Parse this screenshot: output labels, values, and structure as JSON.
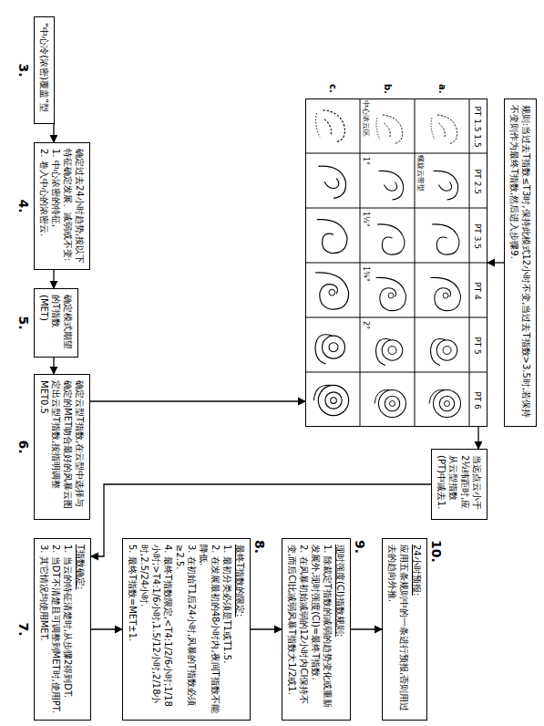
{
  "diagram": {
    "nodes": [
      {
        "text": [
          "规则:当过去T指数≤T3时,保持此模式12小时不变,当过去T指数>3.5时,若保持不变则作为最终T指数,然后进入步骤9."
        ]
      },
      {
        "text": [
          "“中心冷(浓密)覆盖”型"
        ]
      },
      {
        "text": [
          "确定过去24小时趋势,按以下特征确定发展、减弱或不变:",
          "1. 中心浓密的特征,",
          "2. 卷入中心的浓密云."
        ]
      },
      {
        "text": [
          "确定模式期望的T指数(MET)"
        ]
      },
      {
        "text": [
          "确定云型T指数,在云型中选择与确定的MET吻合最好的风暴云图定出云型T指数,按指明调整MET0.5"
        ]
      },
      {
        "text": [
          "PT 1.5 1.5",
          "PT 2.5",
          "PT 3.5",
          "PT 4",
          "PT 5",
          "PT 6"
        ]
      },
      {
        "text": [
          "当远点云小于2½纬距时,应从云型指数(PT)中减去1."
        ]
      },
      {
        "text": [
          "T指数确定:",
          "1. 当云的特征清楚时,从步骤2得到DT.",
          "2. 当DT不清楚且可调整到MET时,使用PT.",
          "3. 其它情况均使用MET."
        ]
      },
      {
        "text": [
          "最终T指数的限定:",
          "1. 最初分类必须是T1或T1.5.",
          "2. 在发展最初的48小时内,夜间T指数不能降低.",
          "3. 在初始T1后24小时,风暴的T指数必须≥2.5.",
          "4. 最终T指数限定,<T4:1/2/6小时;1/18小时;>T4:1/6小时,1.5/12小时,2/18小时,2.5/24小时.",
          "5. 最终T指数=MET±1."
        ]
      },
      {
        "text": [
          "现时强度(CI)指数规则:",
          "1. 除裁定T指数的减弱的趋势变化或重新发展外,现时强度(CI)=最终T指数.",
          "2. 在风暴初始减弱的12小时内CI保持不变,而后CI比减弱风暴T指数大1/2或1."
        ]
      },
      {
        "text": [
          "24小时预报:",
          "应用五条规则中的一条进行预报,否则用过去的趋向外推."
        ]
      }
    ],
    "edges": [
      {
        "from": 0,
        "to": 5,
        "arrow": "to"
      },
      {
        "from": 1,
        "to": 2,
        "arrow": "to"
      },
      {
        "from": 2,
        "to": 3,
        "arrow": "to"
      },
      {
        "from": 3,
        "to": 4,
        "arrow": "to"
      },
      {
        "from": 4,
        "to": 5,
        "arrow": "to"
      },
      {
        "from": 5,
        "to": 6,
        "arrow": "to"
      },
      {
        "from": 6,
        "to": 7,
        "arrow": "to"
      },
      {
        "from": 7,
        "to": 8,
        "arrow": "to"
      },
      {
        "from": 8,
        "to": 9,
        "arrow": "to"
      },
      {
        "from": 9,
        "to": 10,
        "arrow": "to"
      }
    ],
    "labels": [
      "3.",
      "4.",
      "5.",
      "6.",
      "7.",
      "8.",
      "9.",
      "10.",
      "a.",
      "b.",
      "c.",
      "螺旋云带型",
      "中心浓云区",
      "1°",
      "1½°",
      "1¾°",
      "2°"
    ]
  }
}
